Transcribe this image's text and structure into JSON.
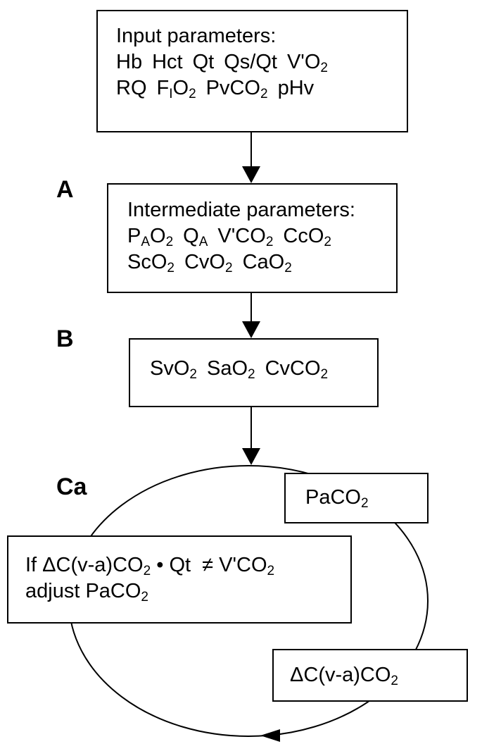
{
  "labels": {
    "a": "A",
    "b": "B",
    "ca": "Ca"
  },
  "input_box": {
    "title": "Input parameters:",
    "line1": {
      "hb": "Hb",
      "hct": "Hct",
      "qt": "Qt",
      "qs_qt": "Qs/Qt",
      "vo2_base": "V'O",
      "vo2_sub": "2"
    },
    "line2": {
      "rq": "RQ",
      "fio2_base": "F",
      "fio2_sub": "I",
      "fio2_o": "O",
      "fio2_sub2": "2",
      "pvco2_base": "PvCO",
      "pvco2_sub": "2",
      "phv": "pHv"
    }
  },
  "intermediate_box": {
    "title": "Intermediate parameters:",
    "line1": {
      "pao2_base": "P",
      "pao2_sub": "A",
      "pao2_o": "O",
      "pao2_sub2": "2",
      "qa_base": "Q",
      "qa_sub": "A",
      "vco2_base": "V'CO",
      "vco2_sub": "2",
      "cco2_base": "CcO",
      "cco2_sub": "2"
    },
    "line2": {
      "sco2_base": "ScO",
      "sco2_sub": "2",
      "cvo2_base": "CvO",
      "cvo2_sub": "2",
      "cao2_base": "CaO",
      "cao2_sub": "2"
    }
  },
  "b_box": {
    "svo2_base": "SvO",
    "svo2_sub": "2",
    "sao2_base": "SaO",
    "sao2_sub": "2",
    "cvco2_base": "CvCO",
    "cvco2_sub": "2"
  },
  "paco2_box": {
    "base": "PaCO",
    "sub": "2"
  },
  "adjust_box": {
    "line1_a": "If ΔC(v-a)CO",
    "line1_sub": "2",
    "line1_b": " • Qt  ≠ V'CO",
    "line1_sub2": "2",
    "line2_a": "adjust PaCO",
    "line2_sub": "2"
  },
  "delta_box": {
    "base": "ΔC(v-a)CO",
    "sub": "2"
  }
}
